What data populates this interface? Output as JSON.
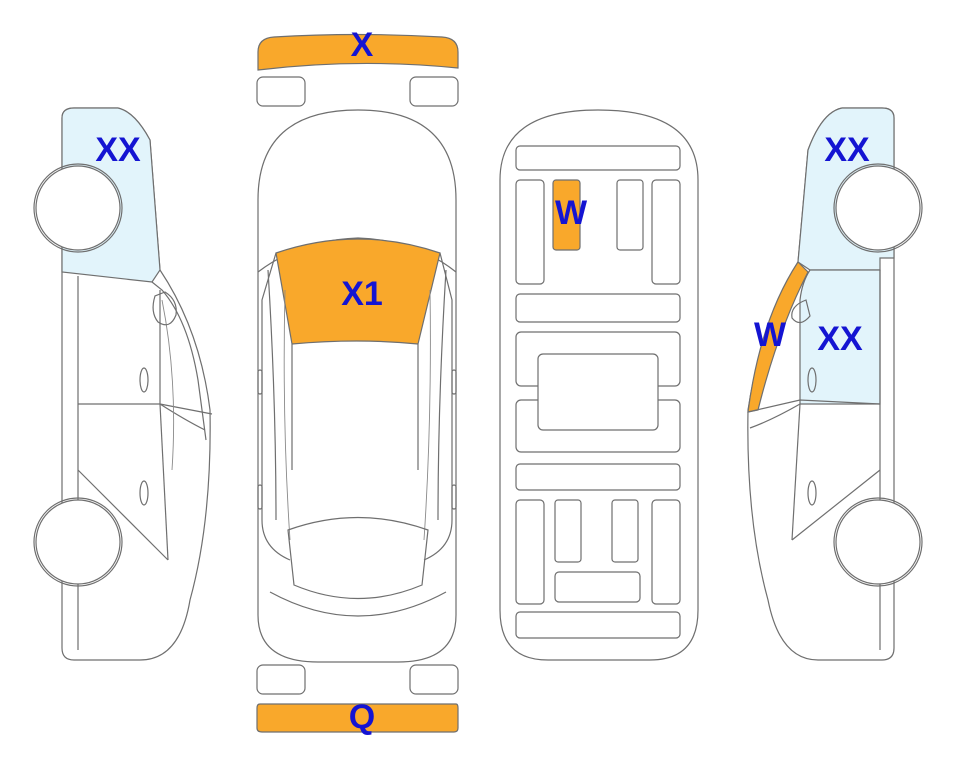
{
  "colors": {
    "damage_orange": "#f9a82b",
    "light_blue": "#e2f4fb",
    "label_blue": "#1414d2",
    "outline_gray": "#6f6f6f"
  },
  "labels": {
    "front_bumper": "X",
    "windshield": "X1",
    "interior_seat": "W",
    "rear_bumper": "Q",
    "left_side_top": "XX",
    "right_side_top": "XX",
    "right_side_front_door": "XX",
    "right_side_pillar": "W"
  }
}
